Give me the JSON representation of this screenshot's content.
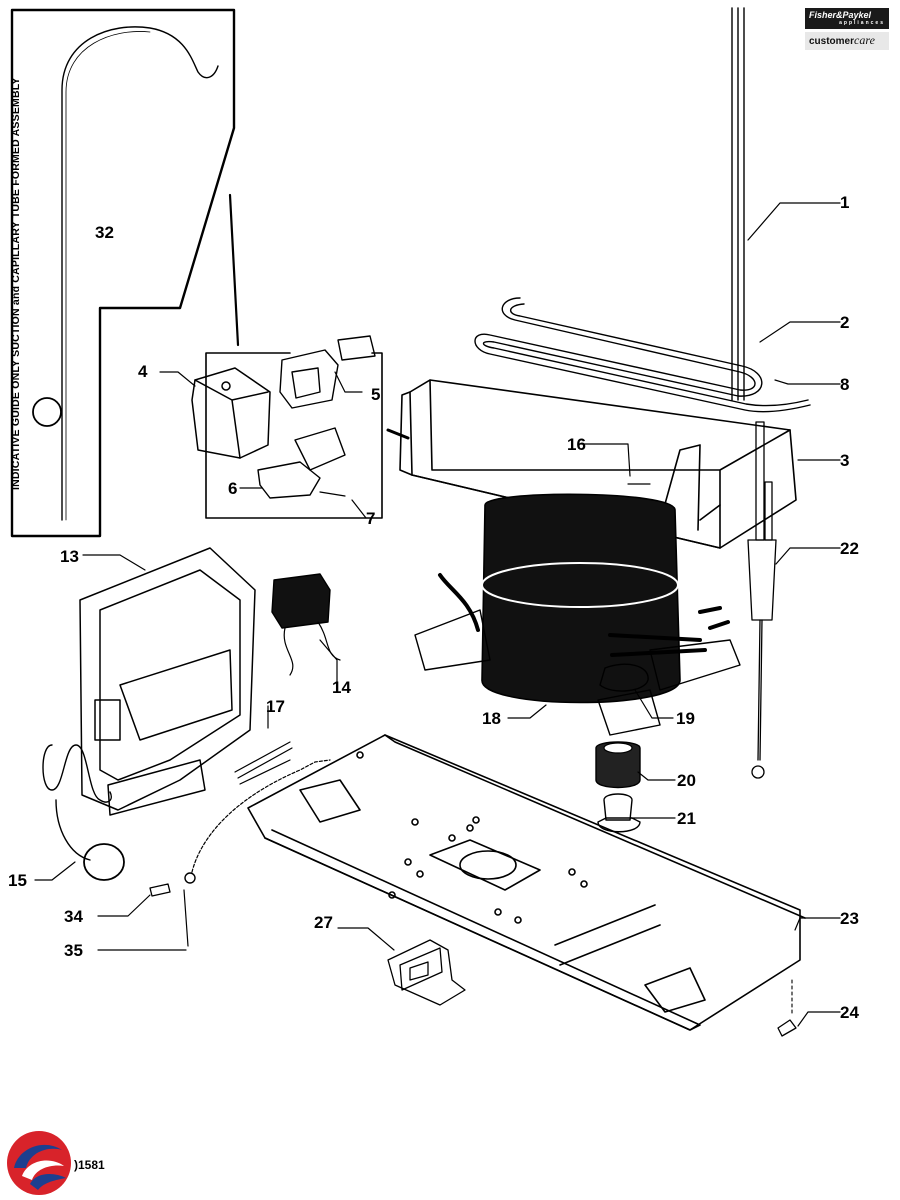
{
  "brand": {
    "name": "Fisher&Paykel",
    "sub": "appliances",
    "care_prefix": "customer",
    "care_suffix": "care"
  },
  "side_text": "INDICATIVE GUIDE ONLY     SUCTION and CAPILLARY TUBE FORMED ASSEMBLY",
  "doc_number": ")1581",
  "labels": {
    "p1": "1",
    "p2": "2",
    "p3": "3",
    "p4": "4",
    "p5": "5",
    "p6": "6",
    "p7": "7",
    "p8": "8",
    "p13": "13",
    "p14": "14",
    "p15": "15",
    "p16": "16",
    "p17": "17",
    "p18": "18",
    "p19": "19",
    "p20": "20",
    "p21": "21",
    "p22": "22",
    "p23": "23",
    "p24": "24",
    "p27": "27",
    "p32": "32",
    "p34": "34",
    "p35": "35"
  },
  "colors": {
    "ink": "#000000",
    "logo_red": "#d8232a",
    "logo_blue": "#1d3f8f"
  },
  "icons": {
    "brand_logo": "fisher-paykel-badge",
    "corner_logo": "swirl-logo"
  }
}
